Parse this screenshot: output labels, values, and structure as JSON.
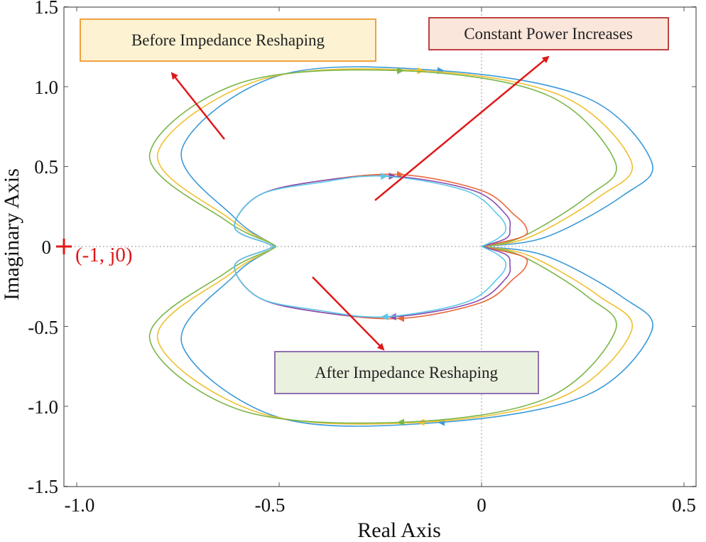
{
  "chart_data": {
    "type": "line",
    "title": "",
    "xlabel": "Real Axis",
    "ylabel": "Imaginary Axis",
    "xlim": [
      -1.0,
      0.5
    ],
    "ylim": [
      -1.5,
      1.5
    ],
    "xticks": [
      -1.0,
      -0.5,
      0,
      0.5
    ],
    "xtick_labels": [
      "-1.0",
      "-0.5",
      "0",
      "0.5"
    ],
    "yticks": [
      1.5,
      1.0,
      0.5,
      0,
      -0.5,
      -1.0,
      -1.5
    ],
    "ytick_labels": [
      "1.5",
      "1.0",
      "0.5",
      "0",
      "-0.5",
      "-1.0",
      "-1.5"
    ],
    "grid": "dotted zero lines",
    "legend": "none",
    "critical_point": {
      "x": -1,
      "y": 0,
      "label": "(-1, j0)",
      "color": "#e01818"
    },
    "series": [
      {
        "group": "before",
        "color": "#3a9ad9",
        "x": [
          -0.51,
          -0.52,
          -0.61,
          -0.74,
          -0.5,
          -0.1,
          0.26,
          0.42,
          0.35,
          0.16,
          0.0
        ],
        "y": [
          0.0,
          0.02,
          0.18,
          0.61,
          1.07,
          1.1,
          0.93,
          0.53,
          0.32,
          0.06,
          0.0
        ]
      },
      {
        "group": "before",
        "color": "#f0c030",
        "x": [
          -0.51,
          -0.52,
          -0.62,
          -0.8,
          -0.55,
          -0.15,
          0.2,
          0.37,
          0.29,
          0.12,
          0.0
        ],
        "y": [
          0.0,
          0.02,
          0.17,
          0.58,
          1.04,
          1.1,
          0.94,
          0.53,
          0.31,
          0.06,
          0.0
        ]
      },
      {
        "group": "before",
        "color": "#7ab648",
        "x": [
          -0.51,
          -0.52,
          -0.63,
          -0.82,
          -0.6,
          -0.2,
          0.16,
          0.33,
          0.26,
          0.1,
          0.0
        ],
        "y": [
          0.0,
          0.02,
          0.16,
          0.57,
          1.02,
          1.1,
          0.95,
          0.53,
          0.31,
          0.06,
          0.0
        ]
      },
      {
        "group": "after",
        "color": "#e8683a",
        "x": [
          -0.51,
          -0.53,
          -0.61,
          -0.55,
          -0.4,
          -0.2,
          0.0,
          0.08,
          0.11,
          0.1,
          0.0
        ],
        "y": [
          0.0,
          0.02,
          0.12,
          0.32,
          0.41,
          0.45,
          0.35,
          0.2,
          0.12,
          0.06,
          0.0
        ]
      },
      {
        "group": "after",
        "color": "#8a4bb0",
        "x": [
          -0.51,
          -0.53,
          -0.61,
          -0.55,
          -0.4,
          -0.22,
          -0.02,
          0.06,
          0.07,
          0.06,
          0.0
        ],
        "y": [
          0.0,
          0.02,
          0.12,
          0.32,
          0.41,
          0.44,
          0.35,
          0.2,
          0.11,
          0.05,
          0.0
        ]
      },
      {
        "group": "after",
        "color": "#5cc8e8",
        "x": [
          -0.51,
          -0.53,
          -0.61,
          -0.55,
          -0.4,
          -0.24,
          -0.04,
          0.04,
          0.06,
          0.04,
          0.0
        ],
        "y": [
          0.0,
          0.02,
          0.12,
          0.32,
          0.4,
          0.44,
          0.35,
          0.2,
          0.11,
          0.05,
          0.0
        ]
      }
    ],
    "annotations": [
      {
        "text": "Before Impedance Reshaping",
        "border_color": "#f0a040",
        "fill": "#fdf3d3"
      },
      {
        "text": "Constant Power Increases",
        "border_color": "#c04040",
        "fill": "#fbe6dc"
      },
      {
        "text": "After Impedance Reshaping",
        "border_color": "#9070b0",
        "fill": "#eaf1df"
      }
    ],
    "arrow_color": "#e01818"
  }
}
